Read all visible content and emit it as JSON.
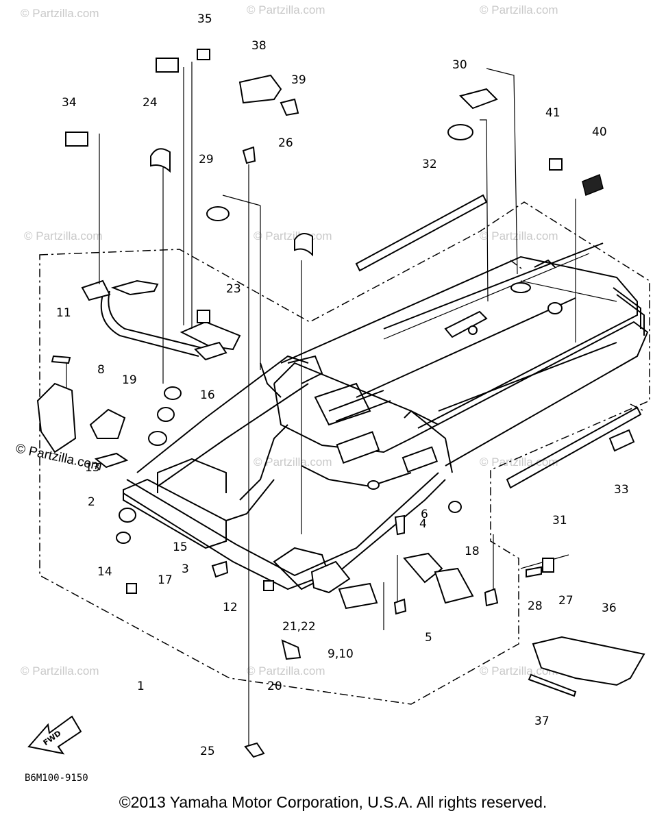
{
  "diagram": {
    "code": "B6M100-9150",
    "copyright": "©2013 Yamaha Motor Corporation, U.S.A. All rights reserved.",
    "watermark": "© Partzilla.com",
    "fwd_label": "FWD",
    "callouts": [
      "1",
      "2",
      "3",
      "4",
      "5",
      "6",
      "8",
      "9,10",
      "11",
      "12",
      "13",
      "14",
      "15",
      "16",
      "17",
      "18",
      "19",
      "20",
      "21,22",
      "23",
      "24",
      "25",
      "26",
      "27",
      "28",
      "29",
      "30",
      "31",
      "32",
      "33",
      "34",
      "35",
      "36",
      "37",
      "38",
      "39",
      "40",
      "41"
    ]
  }
}
